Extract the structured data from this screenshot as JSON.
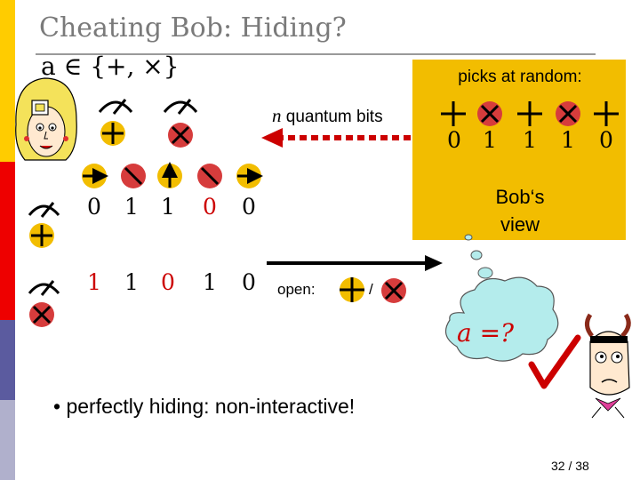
{
  "slide": {
    "title": "Cheating Bob: Hiding?",
    "formula": "a ∈ {+, ×}",
    "picks_label": "picks at random:",
    "quantum_bits_n": "n",
    "quantum_bits_label": "quantum bits",
    "bob_view": [
      "Bob‘s",
      "view"
    ],
    "open_label": "open:",
    "open_slash": "/",
    "bullet_text": "• perfectly hiding: non-interactive!",
    "cloud_text": "a =?",
    "page_number": "32 / 38",
    "checkmark": "✓"
  },
  "picks_digits": [
    "0",
    "1",
    "1",
    "1",
    "0"
  ],
  "row1_digits": [
    {
      "text": "0",
      "red": false
    },
    {
      "text": "1",
      "red": false
    },
    {
      "text": "1",
      "red": false
    },
    {
      "text": "0",
      "red": true
    },
    {
      "text": "0",
      "red": false
    }
  ],
  "row2_digits": [
    {
      "text": "1",
      "red": true
    },
    {
      "text": "1",
      "red": false
    },
    {
      "text": "0",
      "red": true
    },
    {
      "text": "1",
      "red": false
    },
    {
      "text": "0",
      "red": false
    }
  ],
  "picks_bases": [
    "plus",
    "cross",
    "plus",
    "cross",
    "plus"
  ],
  "row_photons": [
    "right",
    "diag",
    "up",
    "diag",
    "right"
  ],
  "colors": {
    "sidebar_top": "#ffcc00",
    "sidebar_mid": "#ee0000",
    "sidebar_low": "#5b5b9f",
    "sidebar_bottom": "#b0b0cc",
    "yellow_box": "#f2bd00",
    "red_accent": "#cc0000",
    "cloud_fill": "#b4ecec",
    "cross_circle": "#d63c3c",
    "plus_circle": "#f2bd00"
  }
}
